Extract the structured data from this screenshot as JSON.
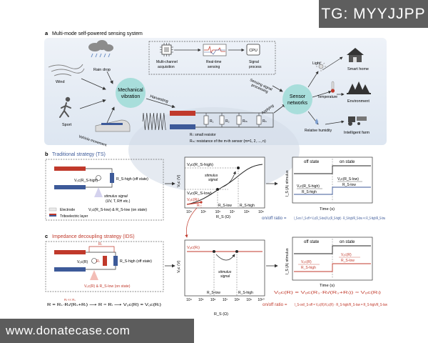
{
  "watermark": {
    "top": "TG: MYYJJPP",
    "bottom": "www.donatecase.com"
  },
  "panel_a": {
    "letter": "a",
    "title": "Multi-mode self-powered sensing system",
    "sources": [
      "Wind",
      "Rain drop",
      "Sport",
      "Vehicle movement"
    ],
    "hub": [
      "Mechanical",
      "vibration"
    ],
    "harvesting": "Harvesting",
    "chip_steps": [
      [
        "Multi-channel",
        "acquisition"
      ],
      [
        "Real-time",
        "sensing"
      ],
      [
        "Signal",
        "process"
      ]
    ],
    "cpu_label": "CPU",
    "signal_processing": [
      "Sensing signal",
      "processing"
    ],
    "applying": "Applying",
    "sensor_networks": [
      "Sensor",
      "networks"
    ],
    "env": [
      "Light",
      "Temperature",
      "Relative humidity"
    ],
    "apps": [
      "Smart home",
      "Environment",
      "Intelligent farm"
    ],
    "circuit_resistors": [
      "R₁",
      "R₂",
      "Rₘ",
      "Rₙ"
    ],
    "legend_rl": "Rₗ: small resistor",
    "legend_rm": "Rₘ: resistance of the m-th sensor (m=1, 2, ..., n)"
  },
  "panel_b": {
    "letter": "b",
    "title": "Traditional strategy (TS)",
    "voc_high": "Vₒc(R_S-high)",
    "rs_high_off": "R_S-high (off state)",
    "stimulus": [
      "stimulus signal",
      "(UV, T, RH etc.)"
    ],
    "on_state": "Vₒc(R_S-low) & R_S-low (on state)",
    "legend_electrode": "Electrode",
    "legend_tribo": "Triboelectric layer",
    "graph_ylabel": "Vₒc (V)",
    "graph_xlabel": "R_S (Ω)",
    "graph_xticks": [
      "10⁴",
      "10⁵",
      "10⁶",
      "10⁷",
      "10⁸",
      "10⁹"
    ],
    "graph_ann": [
      "Vₒc(R_S-high)",
      "stimulus",
      "signal",
      "Vₒc(R_S-low)",
      "Vₒc(Rₗ)",
      "Rₗ",
      "R_S-low",
      "R_S-high"
    ],
    "time_off": "off state",
    "time_on": "on state",
    "time_ylabel": "I_S (A)  stimulus",
    "time_xlabel": "Time (s)",
    "time_frac_off": [
      "Vₒc(R_S-high)",
      "R_S-high"
    ],
    "time_frac_on": [
      "Vₒc(R_S-low)",
      "R_S-low"
    ],
    "ratio_label": "on/off ratio =",
    "ratio_expr": "I_S-on / I_S-off = Vₒc(R_S-low)/Vₒc(R_S-high) · R_S-high/R_S-low << R_S-high/R_S-low"
  },
  "panel_c": {
    "letter": "c",
    "title": "Impedance decoupling strategy (IDS)",
    "labels": [
      "Rₗ",
      "Vₒc(R)",
      "Rₗ",
      "R_S-high (off state)"
    ],
    "on_state": "Vₒc(R) & R_S-low (on state)",
    "eq1": "R = Rₛ·Rₗ/(Rₛ+Rₗ) ⟶ R ≈ Rₗ ⟶ Vₒc(R) = Vₒc(Rₗ)",
    "eq1_note": "Rₗ << Rₛ",
    "graph_ylabel": "Vₒc (V)",
    "graph_xlabel": "R_S (Ω)",
    "graph_xticks": [
      "10⁴",
      "10⁵",
      "10⁶",
      "10⁷",
      "10⁸",
      "10⁹",
      "10¹⁰"
    ],
    "graph_ann": [
      "Vₒc(Rₗ)",
      "stimulus",
      "signal",
      "R_S-low",
      "R_S-high"
    ],
    "time_off": "off state",
    "time_on": "on state",
    "time_ylabel": "I_S (A)  stimulus",
    "time_xlabel": "Time (s)",
    "time_frac_off": [
      "Vₒc(R)",
      "R_S-high"
    ],
    "time_frac_on": [
      "Vₒc(R)",
      "R_S-low"
    ],
    "eq2": "Vₒc(R) = Vₒc(Rₛ·Rₗ/(Rₛ+Rₗ)) ≈ Vₒc(Rₗ)",
    "ratio_label": "on/off ratio =",
    "ratio_expr": "I_S-on/I_S-off = Vₒc(R)/Vₒc(R) · R_S-high/R_S-low = R_S-high/R_S-low"
  },
  "colors": {
    "red": "#c0392b",
    "blue": "#3d5a99",
    "teal": "#8fd3d0",
    "bg_a": "#e9eef5",
    "dash": "#666666"
  }
}
